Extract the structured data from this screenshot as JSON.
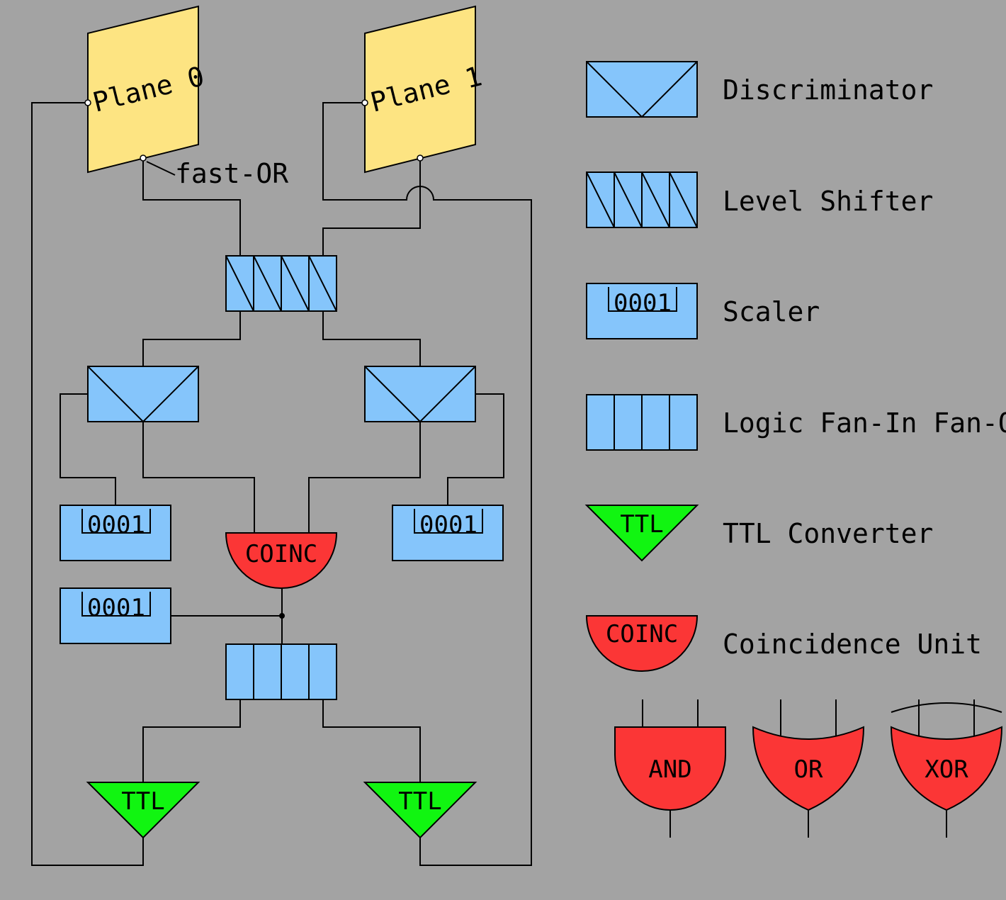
{
  "colors": {
    "background": "#a3a3a3",
    "module": "#85c5fb",
    "plane": "#fde482",
    "coincidence": "#fb3636",
    "ttl": "#11f511"
  },
  "detector": {
    "plane0": "Plane 0",
    "plane1": "Plane 1",
    "fast_or": "fast-OR"
  },
  "modules": {
    "scaler_display": "0001",
    "coinc": "COINC",
    "ttl": "TTL"
  },
  "legend": {
    "discriminator": "Discriminator",
    "level_shifter": "Level Shifter",
    "scaler": "Scaler",
    "fan_in_fan_out": "Logic Fan-In Fan-Out",
    "ttl_converter": "TTL Converter",
    "coincidence_unit": "Coincidence Unit"
  },
  "gates": {
    "and": "AND",
    "or": "OR",
    "xor": "XOR"
  }
}
